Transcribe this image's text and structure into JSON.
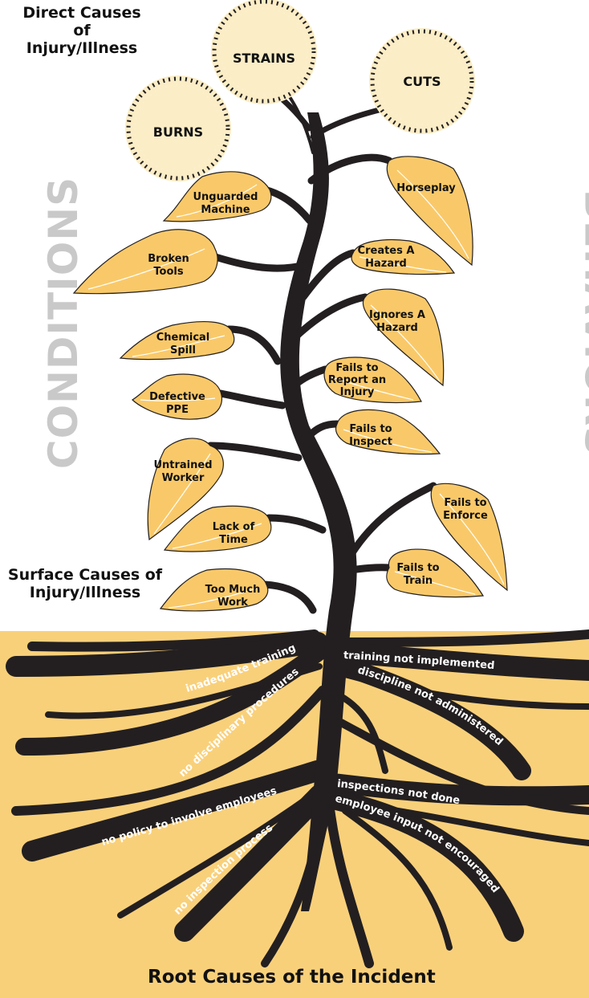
{
  "headings": {
    "direct": [
      "Direct Causes of",
      "Injury/Illness"
    ],
    "surface": [
      "Surface Causes of",
      "Injury/Illness"
    ],
    "root": "Root Causes of the Incident"
  },
  "side_labels": {
    "left": "CONDITIONS",
    "right": "BEHAVIORS"
  },
  "flowers": [
    {
      "id": "strains",
      "label": "STRAINS"
    },
    {
      "id": "cuts",
      "label": "CUTS"
    },
    {
      "id": "burns",
      "label": "BURNS"
    }
  ],
  "condition_leaves": [
    {
      "id": "unguarded-machine",
      "lines": [
        "Unguarded",
        "Machine"
      ]
    },
    {
      "id": "broken-tools",
      "lines": [
        "Broken",
        "Tools"
      ]
    },
    {
      "id": "chemical-spill",
      "lines": [
        "Chemical",
        "Spill"
      ]
    },
    {
      "id": "defective-ppe",
      "lines": [
        "Defective",
        "PPE"
      ]
    },
    {
      "id": "untrained-worker",
      "lines": [
        "Untrained",
        "Worker"
      ]
    },
    {
      "id": "lack-of-time",
      "lines": [
        "Lack of",
        "Time"
      ]
    },
    {
      "id": "too-much-work",
      "lines": [
        "Too Much",
        "Work"
      ]
    }
  ],
  "behavior_leaves": [
    {
      "id": "horseplay",
      "lines": [
        "Horseplay"
      ]
    },
    {
      "id": "creates-a-hazard",
      "lines": [
        "Creates A",
        "Hazard"
      ]
    },
    {
      "id": "ignores-a-hazard",
      "lines": [
        "Ignores A",
        "Hazard"
      ]
    },
    {
      "id": "fails-to-report",
      "lines": [
        "Fails to",
        "Report an",
        "Injury"
      ]
    },
    {
      "id": "fails-to-inspect",
      "lines": [
        "Fails to",
        "Inspect"
      ]
    },
    {
      "id": "fails-to-enforce",
      "lines": [
        "Fails to",
        "Enforce"
      ]
    },
    {
      "id": "fails-to-train",
      "lines": [
        "Fails to",
        "Train"
      ]
    }
  ],
  "root_causes": [
    {
      "id": "inadequate-training",
      "label": "inadequate training"
    },
    {
      "id": "no-disciplinary-procedures",
      "label": "no disciplinary procedures"
    },
    {
      "id": "training-not-implemented",
      "label": "training not implemented"
    },
    {
      "id": "discipline-not-administered",
      "label": "discipline not administered"
    },
    {
      "id": "no-policy-to-involve-employees",
      "label": "no policy to involve employees"
    },
    {
      "id": "no-inspection-process",
      "label": "no inspection process"
    },
    {
      "id": "inspections-not-done",
      "label": "inspections not done"
    },
    {
      "id": "employee-input-not-encouraged",
      "label": "employee input not encouraged"
    }
  ],
  "colors": {
    "leaf": "#f9c969",
    "flower": "#fbedc6",
    "soil": "#f9d07a",
    "trunk": "#231f20",
    "side_label": "#c9c9c9"
  }
}
